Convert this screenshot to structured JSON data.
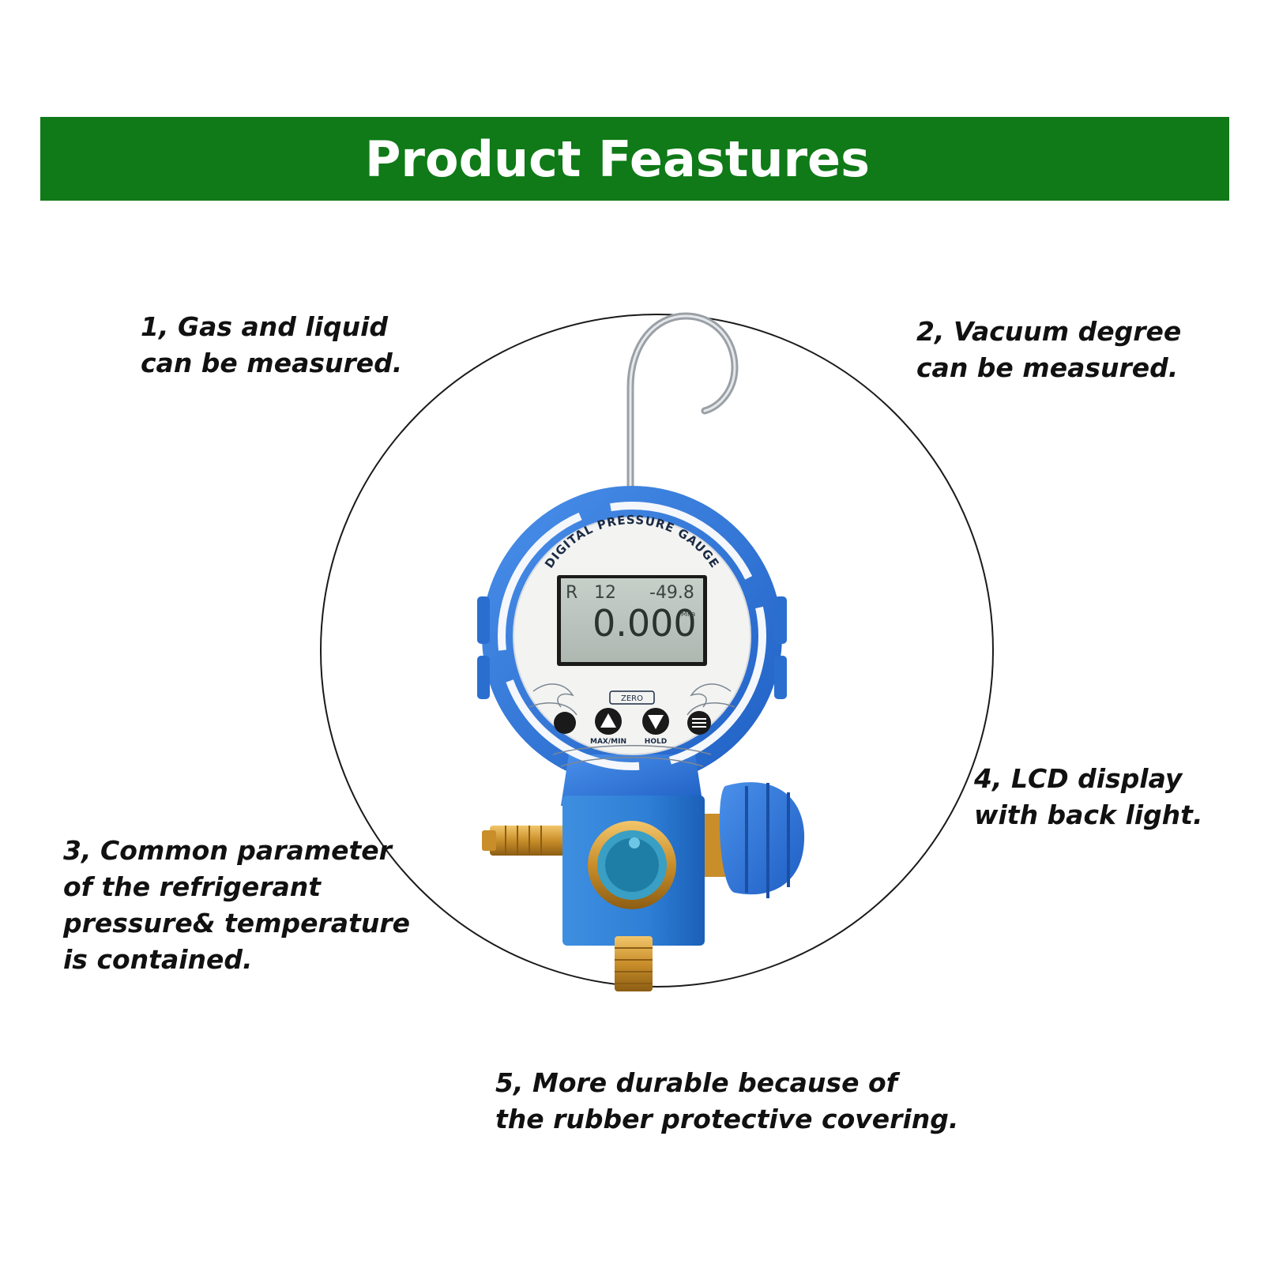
{
  "banner": {
    "title": "Product Feastures",
    "color": "#0f7a17"
  },
  "features": [
    {
      "lines": [
        "1, Gas and liquid",
        "can be measured."
      ]
    },
    {
      "lines": [
        "2, Vacuum degree",
        "can be measured."
      ]
    },
    {
      "lines": [
        "3, Common parameter",
        "of the refrigerant",
        "pressure& temperature",
        "is contained."
      ]
    },
    {
      "lines": [
        "4, LCD display",
        "with back light."
      ]
    },
    {
      "lines": [
        "5, More durable because of",
        "the rubber protective covering."
      ]
    }
  ],
  "gauge": {
    "face_label": "DIGITAL PRESSURE GAUGE",
    "lcd_top": "R",
    "lcd_top_num": "12",
    "lcd_temp": "-49.8",
    "lcd_main": "0.000",
    "lcd_unit": "MPa",
    "zero_label": "ZERO",
    "btn_label_1": "MAX/MIN",
    "btn_label_2": "HOLD",
    "body_color": "#2a75d6"
  }
}
